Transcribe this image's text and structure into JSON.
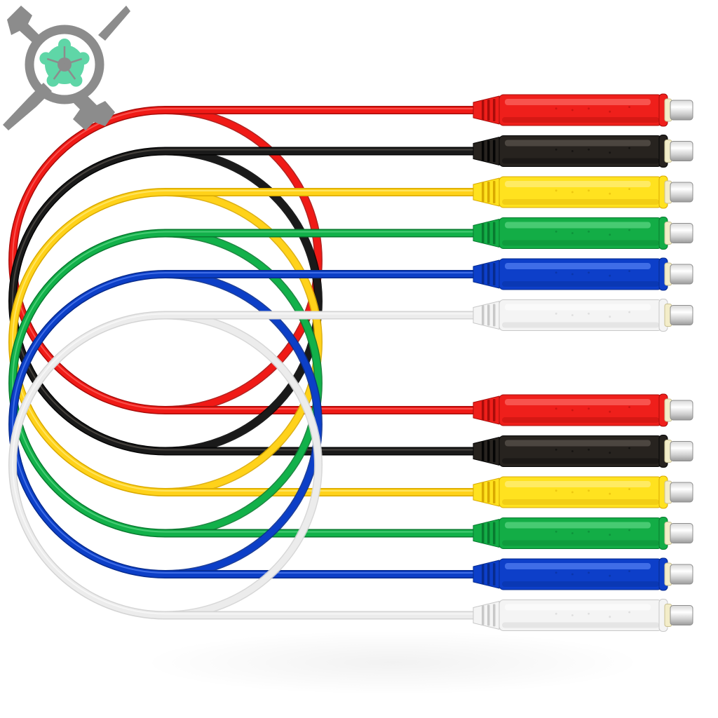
{
  "logo": {
    "icon": "wrench-screwdriver-gear-icon",
    "colors": {
      "tools": "#8c8c8c",
      "gear": "#5fd6a7"
    }
  },
  "product": {
    "item": "test-lead-cable",
    "connector": "banana-plug",
    "count": 12,
    "colors": [
      {
        "name": "red",
        "cable": "#f01a16",
        "plug": "#ef1f1b",
        "highlight": "#ff7d78",
        "shade": "#a80c0a"
      },
      {
        "name": "black",
        "cable": "#1a1a1a",
        "plug": "#27231f",
        "highlight": "#6c645b",
        "shade": "#050505"
      },
      {
        "name": "yellow",
        "cable": "#ffd21a",
        "plug": "#ffe21f",
        "highlight": "#fff39a",
        "shade": "#d9a900"
      },
      {
        "name": "green",
        "cable": "#12b14a",
        "plug": "#13ad46",
        "highlight": "#72e198",
        "shade": "#087a2f"
      },
      {
        "name": "blue",
        "cable": "#0c3fc7",
        "plug": "#0d3fc9",
        "highlight": "#6a94ff",
        "shade": "#072b8d"
      },
      {
        "name": "white",
        "cable": "#ececec",
        "plug": "#f4f4f4",
        "highlight": "#ffffff",
        "shade": "#c8c8c8"
      }
    ]
  }
}
